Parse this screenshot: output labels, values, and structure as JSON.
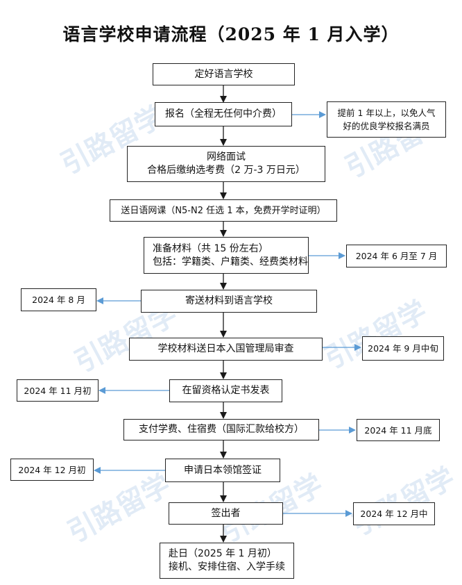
{
  "title": "语言学校申请流程（2025 年 1 月入学）",
  "watermark": "引路留学",
  "colors": {
    "main_arrow": "#1a1a1a",
    "side_arrow": "#5b9bd5",
    "watermark": "#c9dbef"
  },
  "steps": [
    {
      "lines": [
        "定好语言学校"
      ]
    },
    {
      "lines": [
        "报名（全程无任何中介费）"
      ]
    },
    {
      "lines": [
        "网络面试",
        "合格后缴纳选考费（2 万-3 万日元）"
      ]
    },
    {
      "lines": [
        "送日语网课（N5-N2 任选 1 本，免费开学时证明）"
      ]
    },
    {
      "lines": [
        "准备材料（共 15 份左右）",
        "包括：学籍类、户籍类、经费类材料"
      ]
    },
    {
      "lines": [
        "寄送材料到语言学校"
      ]
    },
    {
      "lines": [
        "学校材料送日本入国管理局审查"
      ]
    },
    {
      "lines": [
        "在留资格认定书发表"
      ]
    },
    {
      "lines": [
        "支付学费、住宿费（国际汇款给校方）"
      ]
    },
    {
      "lines": [
        "申请日本领馆签证"
      ]
    },
    {
      "lines": [
        "签出者"
      ]
    },
    {
      "lines": [
        "赴日（2025 年 1 月初）",
        "接机、安排住宿、入学手续"
      ]
    }
  ],
  "notes": [
    {
      "lines": [
        "提前 1 年以上，以免人气",
        "好的优良学校报名满员"
      ]
    },
    {
      "lines": [
        "2024 年 6 月至 7 月"
      ]
    },
    {
      "lines": [
        "2024 年 8 月"
      ]
    },
    {
      "lines": [
        "2024 年 9 月中旬"
      ]
    },
    {
      "lines": [
        "2024 年 11 月初"
      ]
    },
    {
      "lines": [
        "2024 年 11 月底"
      ]
    },
    {
      "lines": [
        "2024 年 12 月初"
      ]
    },
    {
      "lines": [
        "2024 年 12 月中"
      ]
    }
  ]
}
